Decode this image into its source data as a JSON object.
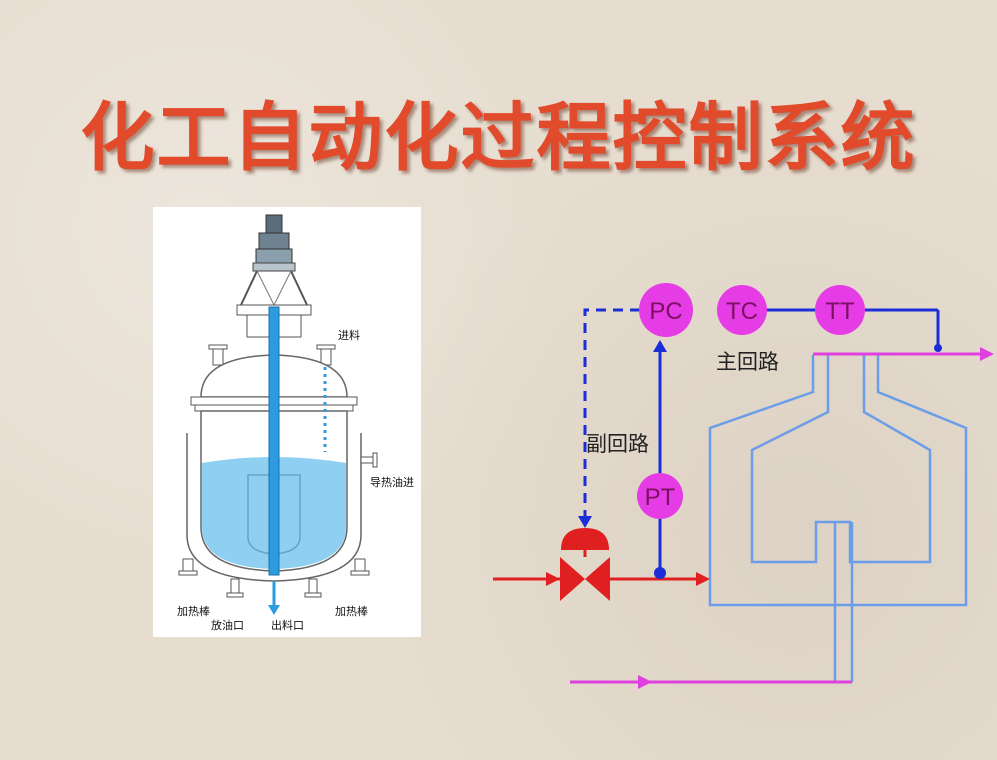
{
  "title": "化工自动化过程控制系统",
  "reactor": {
    "labels": {
      "feed": "进料",
      "heating_oil_in": "导热油进",
      "heater_left": "加热棒",
      "heater_right": "加热棒",
      "oil_drain": "放油口",
      "discharge": "出料口"
    },
    "colors": {
      "liquid": "#8fd0f2",
      "shaft": "#2d9be0",
      "outline": "#777777"
    }
  },
  "control": {
    "nodes": {
      "pc": "PC",
      "tc": "TC",
      "tt": "TT",
      "pt": "PT"
    },
    "labels": {
      "main_loop": "主回路",
      "sub_loop": "副回路"
    },
    "colors": {
      "node_fill": "#e63ce6",
      "signal": "#1a2dd6",
      "process_in": "#e02020",
      "hot_stream": "#e040e0",
      "vessel": "#6b9de8"
    }
  }
}
